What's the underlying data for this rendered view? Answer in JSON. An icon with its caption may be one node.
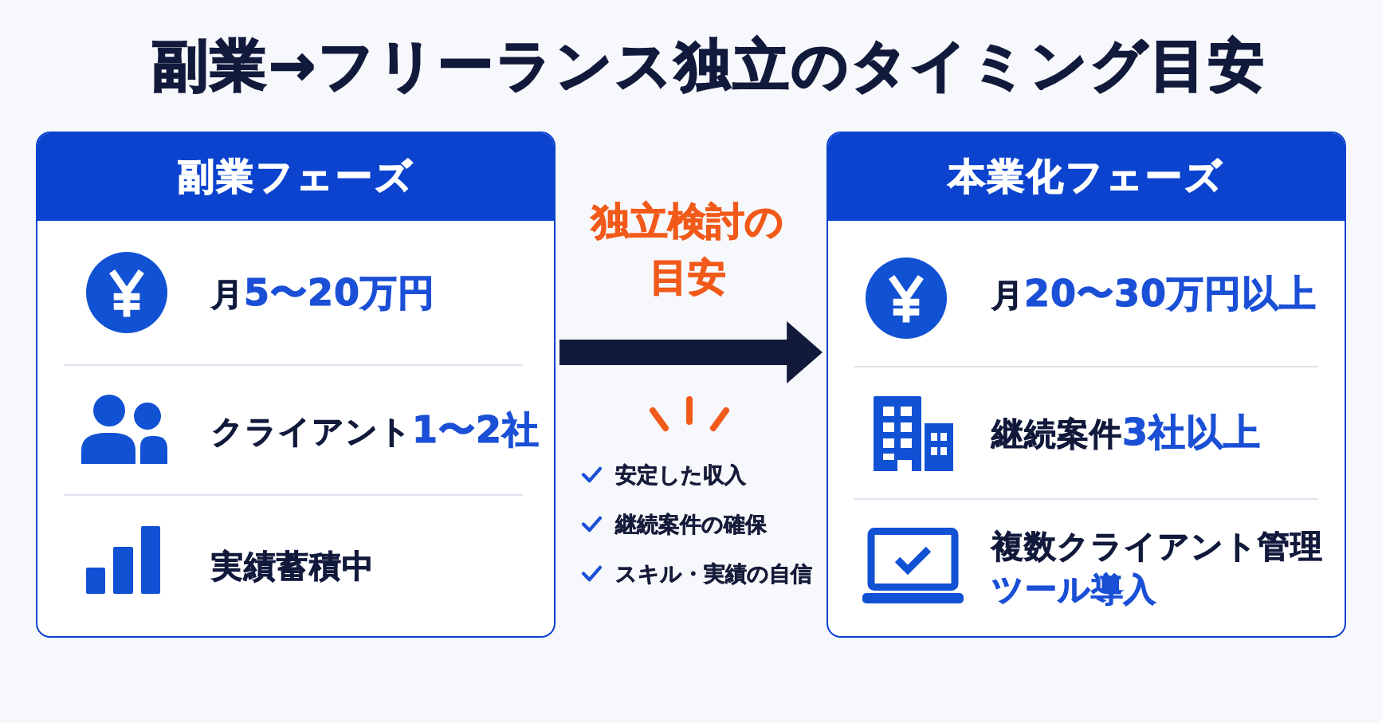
{
  "diagram": {
    "title": "副業→フリーランス独立のタイミング目安",
    "nodes": [
      {
        "text": [
          "副業フェーズ"
        ]
      },
      {
        "text": [
          "月**5〜20万円**"
        ],
        "in": 0
      },
      {
        "text": [
          "クライアント**1〜2社**"
        ],
        "in": 0
      },
      {
        "text": [
          "実績蓄積中"
        ],
        "in": 0
      },
      {
        "text": [
          "本業化フェーズ"
        ]
      },
      {
        "text": [
          "月**20〜30万円以上**"
        ],
        "in": 4
      },
      {
        "text": [
          "継続案件**3社以上**"
        ],
        "in": 4
      },
      {
        "text": [
          "複数クライアント管理**ツール導入**"
        ],
        "in": 4
      }
    ],
    "edges": [
      {
        "from": 0,
        "to": 4,
        "arrow": "to",
        "label": "独立検討の目安"
      }
    ],
    "labels": [
      "安定した収入",
      "継続案件の確保",
      "スキル・実績の自信"
    ]
  }
}
